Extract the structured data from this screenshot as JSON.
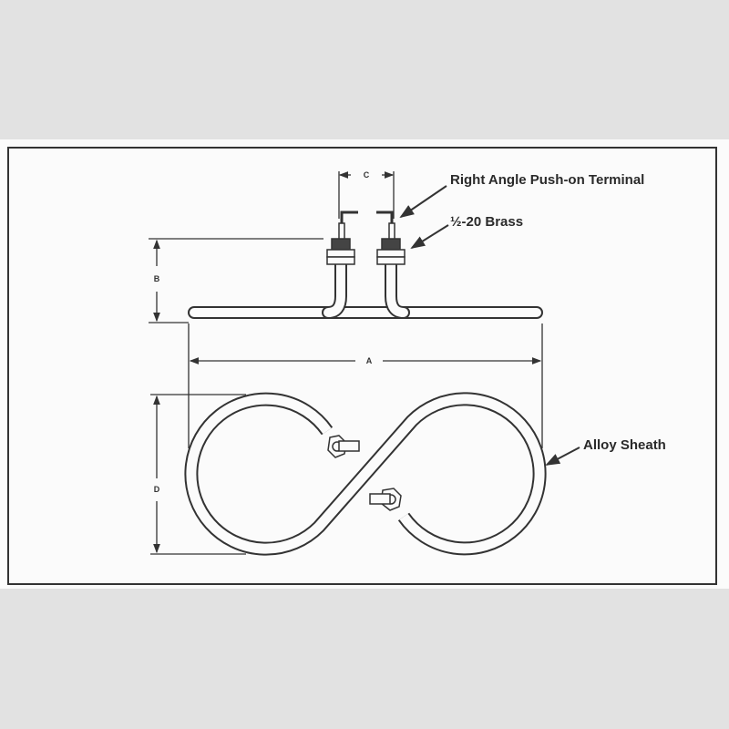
{
  "labels": {
    "terminal": "Right Angle Push-on Terminal",
    "brass": "½-20 Brass",
    "sheath": "Alloy Sheath"
  },
  "dimensions": {
    "a": "A",
    "b": "B",
    "c": "C",
    "d": "D"
  }
}
